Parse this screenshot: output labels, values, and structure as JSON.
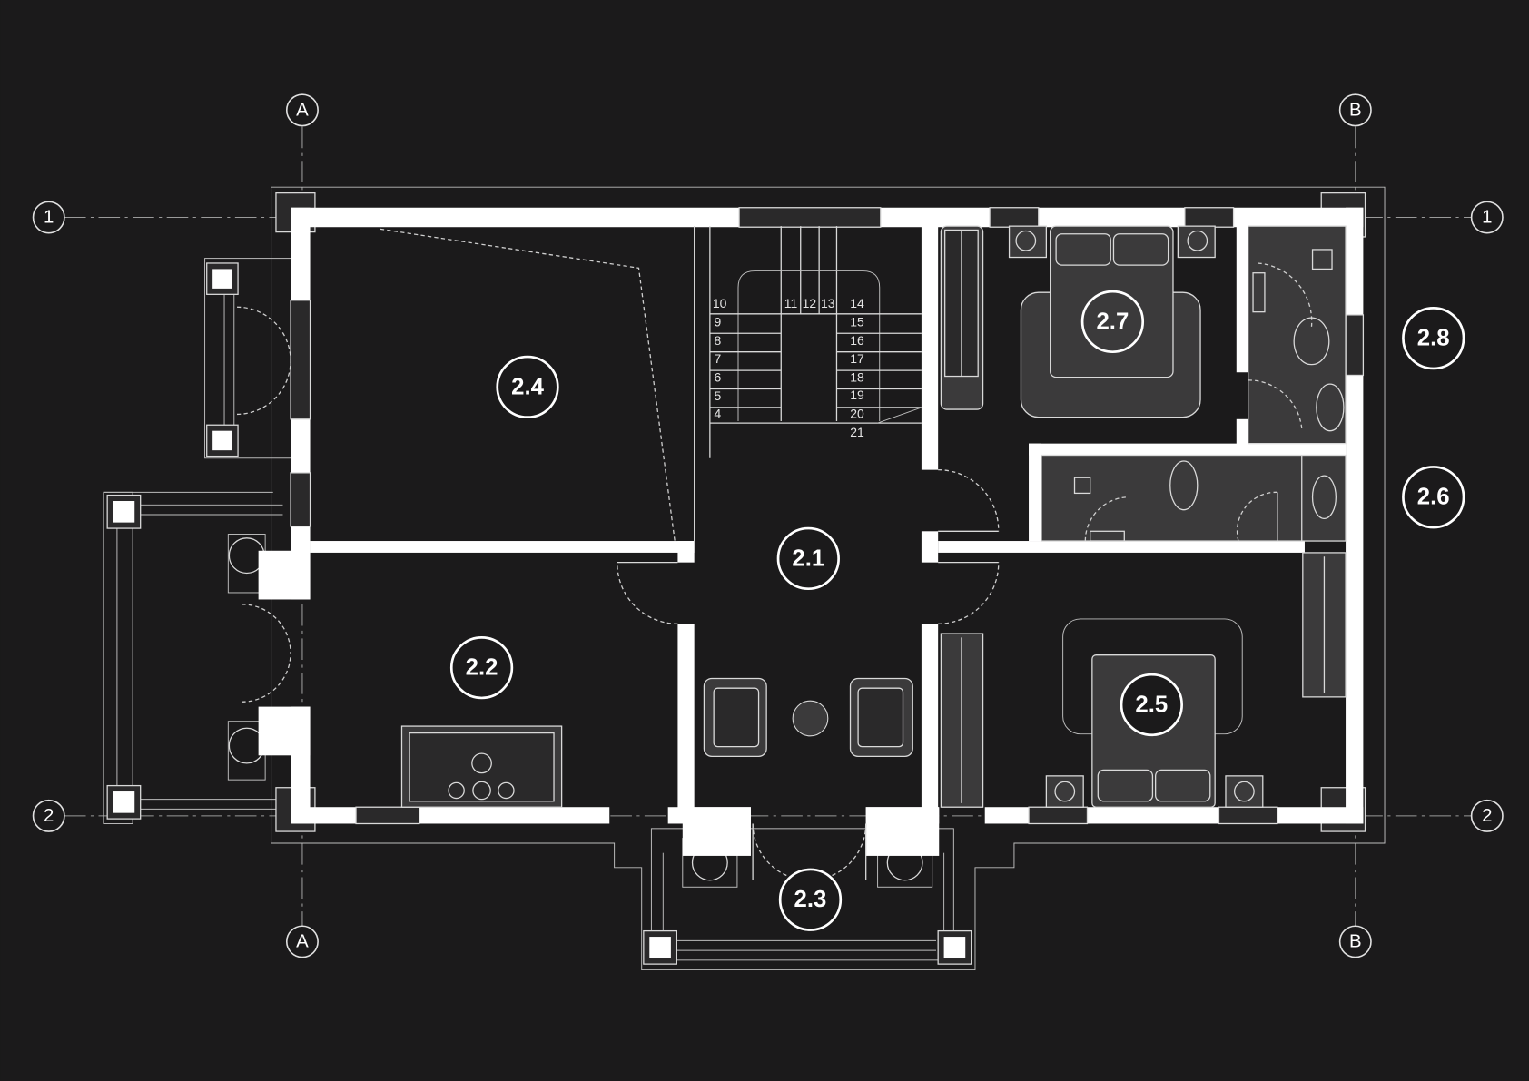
{
  "grid_labels": {
    "a": "A",
    "b": "B",
    "one": "1",
    "two": "2"
  },
  "rooms": {
    "r21": "2.1",
    "r22": "2.2",
    "r23": "2.3",
    "r24": "2.4",
    "r25": "2.5",
    "r26": "2.6",
    "r27": "2.7",
    "r28": "2.8"
  },
  "stair_numbers": [
    "4",
    "5",
    "6",
    "7",
    "8",
    "9",
    "10",
    "11",
    "12",
    "13",
    "14",
    "15",
    "16",
    "17",
    "18",
    "19",
    "20",
    "21"
  ],
  "colors": {
    "background": "#1b1a1b",
    "walls": "#ffffff",
    "wet_area_fill": "#3b3a3b"
  }
}
